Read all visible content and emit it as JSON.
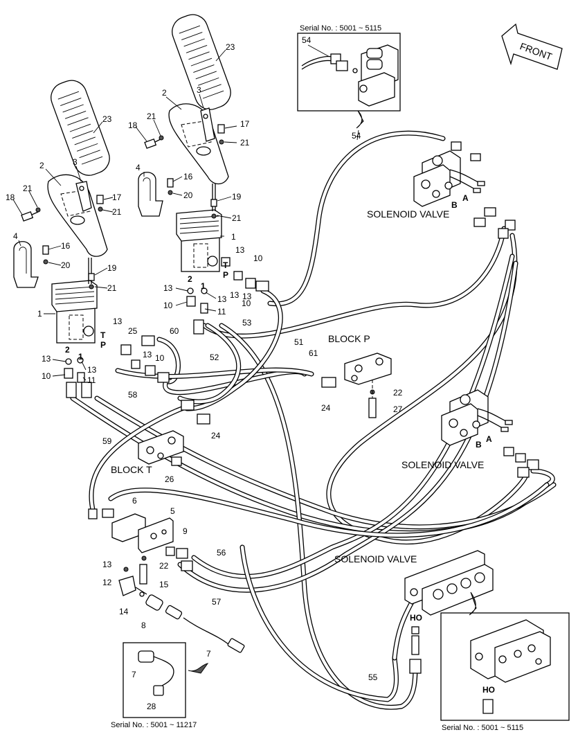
{
  "front_label": "FRONT",
  "labels": {
    "solenoid_valve_1": "SOLENOID VALVE",
    "solenoid_valve_2": "SOLENOID VALVE",
    "solenoid_valve_3": "SOLENOID VALVE",
    "block_p": "BLOCK  P",
    "block_t": "BLOCK  T"
  },
  "serials": {
    "top_inset": "Serial No. : 5001 ~ 5115",
    "bottom_left_inset": "Serial No. : 5001 ~ 11217",
    "bottom_right_inset": "Serial No. : 5001 ~ 5115"
  },
  "ports": {
    "t": "T",
    "p": "P",
    "a": "A",
    "b": "B",
    "ho": "HO",
    "one": "1",
    "two": "2"
  },
  "callouts": [
    {
      "id": "c23a",
      "text": "23"
    },
    {
      "id": "c23b",
      "text": "23"
    },
    {
      "id": "c2a",
      "text": "2"
    },
    {
      "id": "c3a",
      "text": "3"
    },
    {
      "id": "c2b",
      "text": "2"
    },
    {
      "id": "c3b",
      "text": "3"
    },
    {
      "id": "c18a",
      "text": "18"
    },
    {
      "id": "c21a",
      "text": "21"
    },
    {
      "id": "c17a",
      "text": "17"
    },
    {
      "id": "c21b",
      "text": "21"
    },
    {
      "id": "c18b",
      "text": "18"
    },
    {
      "id": "c21c",
      "text": "21"
    },
    {
      "id": "c17b",
      "text": "17"
    },
    {
      "id": "c21d",
      "text": "21"
    },
    {
      "id": "c4a",
      "text": "4"
    },
    {
      "id": "c16a",
      "text": "16"
    },
    {
      "id": "c20a",
      "text": "20"
    },
    {
      "id": "c4b",
      "text": "4"
    },
    {
      "id": "c16b",
      "text": "16"
    },
    {
      "id": "c20b",
      "text": "20"
    },
    {
      "id": "c19a",
      "text": "19"
    },
    {
      "id": "c21e",
      "text": "21"
    },
    {
      "id": "c19b",
      "text": "19"
    },
    {
      "id": "c21f",
      "text": "21"
    },
    {
      "id": "c1a",
      "text": "1"
    },
    {
      "id": "c1b",
      "text": "1"
    },
    {
      "id": "c13a",
      "text": "13"
    },
    {
      "id": "c10a",
      "text": "10"
    },
    {
      "id": "c13b",
      "text": "13"
    },
    {
      "id": "c10b",
      "text": "10"
    },
    {
      "id": "c13c",
      "text": "13"
    },
    {
      "id": "c13d",
      "text": "13"
    },
    {
      "id": "c10c",
      "text": "10"
    },
    {
      "id": "c13e",
      "text": "13"
    },
    {
      "id": "c11a",
      "text": "11"
    },
    {
      "id": "c13f",
      "text": "13"
    },
    {
      "id": "c25",
      "text": "25"
    },
    {
      "id": "c13g",
      "text": "13"
    },
    {
      "id": "c10d",
      "text": "10"
    },
    {
      "id": "c13h",
      "text": "13"
    },
    {
      "id": "c10e",
      "text": "10"
    },
    {
      "id": "c13i",
      "text": "13"
    },
    {
      "id": "c11b",
      "text": "11"
    },
    {
      "id": "c60",
      "text": "60"
    },
    {
      "id": "c53",
      "text": "53"
    },
    {
      "id": "c52",
      "text": "52"
    },
    {
      "id": "c51",
      "text": "51"
    },
    {
      "id": "c61",
      "text": "61"
    },
    {
      "id": "c22a",
      "text": "22"
    },
    {
      "id": "c27",
      "text": "27"
    },
    {
      "id": "c24a",
      "text": "24"
    },
    {
      "id": "c24b",
      "text": "24"
    },
    {
      "id": "c58",
      "text": "58"
    },
    {
      "id": "c59",
      "text": "59"
    },
    {
      "id": "c26",
      "text": "26"
    },
    {
      "id": "c6",
      "text": "6"
    },
    {
      "id": "c5",
      "text": "5"
    },
    {
      "id": "c9",
      "text": "9"
    },
    {
      "id": "c22b",
      "text": "22"
    },
    {
      "id": "c13j",
      "text": "13"
    },
    {
      "id": "c12",
      "text": "12"
    },
    {
      "id": "c15",
      "text": "15"
    },
    {
      "id": "c14",
      "text": "14"
    },
    {
      "id": "c8",
      "text": "8"
    },
    {
      "id": "c7a",
      "text": "7"
    },
    {
      "id": "c7b",
      "text": "7"
    },
    {
      "id": "c28",
      "text": "28"
    },
    {
      "id": "c56",
      "text": "56"
    },
    {
      "id": "c57",
      "text": "57"
    },
    {
      "id": "c55",
      "text": "55"
    },
    {
      "id": "c54a",
      "text": "54"
    },
    {
      "id": "c54b",
      "text": "54"
    }
  ]
}
